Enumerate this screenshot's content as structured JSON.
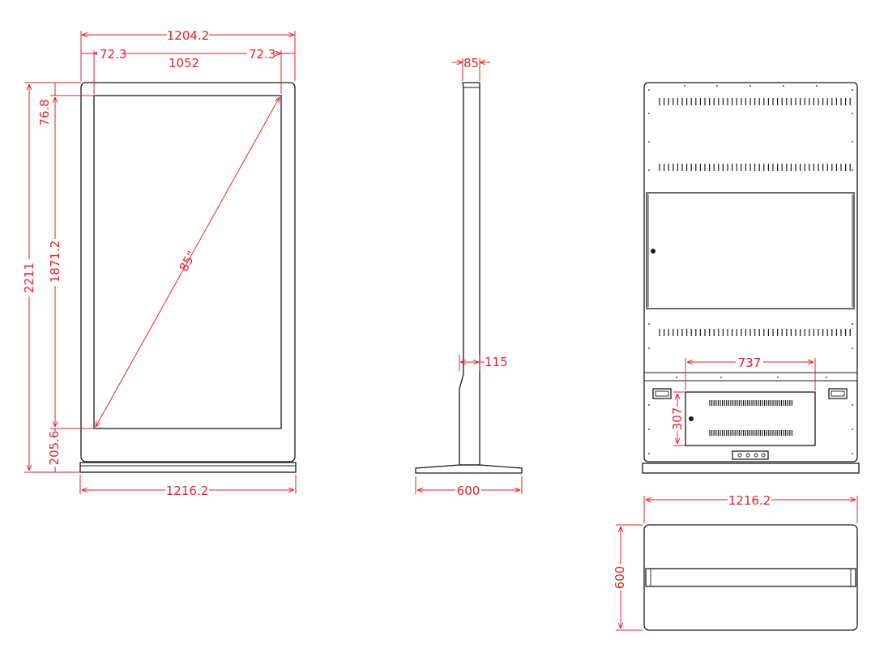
{
  "colors": {
    "outline": "#1a1a1a",
    "dimension": "#e0232a",
    "background": "#ffffff"
  },
  "front_view": {
    "overall_width": "1204.2",
    "left_bezel": "72.3",
    "screen_width": "1052",
    "right_bezel": "72.3",
    "top_bezel": "76.8",
    "screen_height": "1871.2",
    "total_height": "2211",
    "bottom_bezel": "205.6",
    "diagonal": "85\"",
    "base_width": "1216.2"
  },
  "side_view": {
    "top_depth": "85",
    "lower_depth": "115",
    "base_depth": "600"
  },
  "rear_view": {
    "panel_width": "737",
    "panel_height": "307"
  },
  "top_view": {
    "width": "1216.2",
    "depth": "600"
  }
}
